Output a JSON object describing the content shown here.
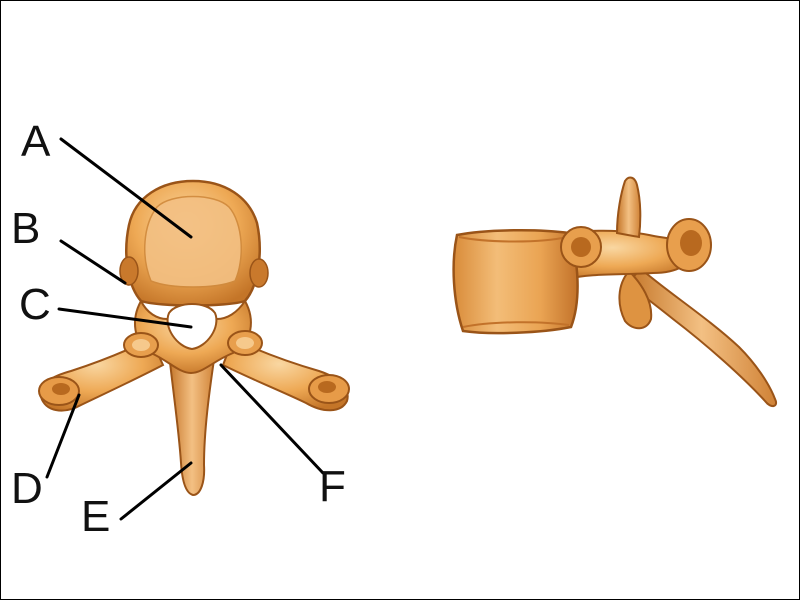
{
  "labels": {
    "a": "A",
    "b": "B",
    "c": "C",
    "d": "D",
    "e": "E",
    "f": "F"
  },
  "colors": {
    "bone_base": "#eda450",
    "bone_light": "#f6c98c",
    "bone_shadow": "#b4651f",
    "bone_outline": "#9a5418",
    "leader_line": "#000000",
    "background": "#ffffff"
  }
}
